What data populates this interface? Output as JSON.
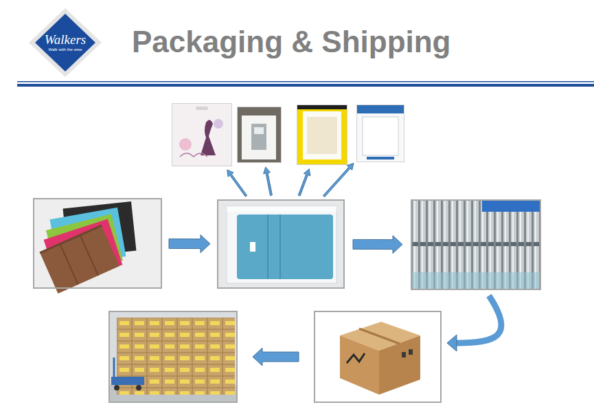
{
  "diagram": {
    "title": "Packaging & Shipping",
    "nodes": [
      {
        "text": [
          "Walkers",
          "Walk with the wise"
        ]
      },
      {
        "text": []
      },
      {
        "text": []
      },
      {
        "text": []
      },
      {
        "text": []
      },
      {
        "text": []
      },
      {
        "text": []
      },
      {
        "text": []
      },
      {
        "text": []
      },
      {
        "text": []
      }
    ],
    "edges": [
      {
        "from": 5,
        "to": 6,
        "arrow": "to"
      },
      {
        "from": 6,
        "to": 1,
        "arrow": "to"
      },
      {
        "from": 6,
        "to": 2,
        "arrow": "to"
      },
      {
        "from": 6,
        "to": 3,
        "arrow": "to"
      },
      {
        "from": 6,
        "to": 4,
        "arrow": "to"
      },
      {
        "from": 6,
        "to": 7,
        "arrow": "to"
      },
      {
        "from": 7,
        "to": 9,
        "arrow": "to"
      },
      {
        "from": 9,
        "to": 8,
        "arrow": "to"
      }
    ]
  }
}
